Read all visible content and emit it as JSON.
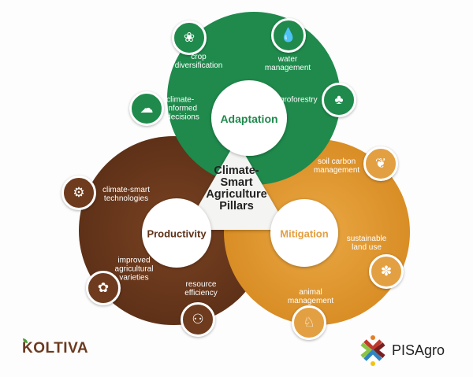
{
  "title": [
    "Climate-",
    "Smart",
    "Agriculture",
    "Pillars"
  ],
  "pillars": {
    "adaptation": "Adaptation",
    "productivity": "Productivity",
    "mitigation": "Mitigation"
  },
  "adaptation_items": {
    "crop": [
      "crop",
      "diversification"
    ],
    "water": [
      "water",
      "management"
    ],
    "agroforestry": [
      "agroforestry"
    ],
    "climate_informed": [
      "climate-",
      "informed",
      "decisions"
    ]
  },
  "productivity_items": {
    "tech": [
      "climate-smart",
      "technologies"
    ],
    "varieties": [
      "improved",
      "agricultural",
      "varieties"
    ],
    "resource": [
      "resource",
      "efficiency"
    ]
  },
  "mitigation_items": {
    "soil": [
      "soil carbon",
      "management"
    ],
    "land": [
      "sustainable",
      "land use"
    ],
    "animal": [
      "animal",
      "management"
    ]
  },
  "logos": {
    "left": "KOLTIVA",
    "right": "PISAgro"
  },
  "colors": {
    "adaptation": "#1f8a4c",
    "productivity": "#6e3b1e",
    "mitigation": "#e3a042"
  }
}
